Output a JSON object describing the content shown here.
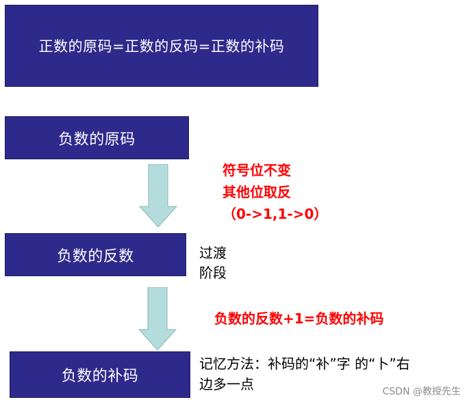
{
  "boxes": {
    "top": "正数的原码=正数的反码=正数的补码",
    "step1": "负数的原码",
    "step2": "负数的反数",
    "step3": "负数的补码"
  },
  "rules": {
    "step1_to_2": [
      "符号位不变",
      "其他位取反",
      "（0->1,1->0）"
    ],
    "step2_to_3": "负数的反数+1=负数的补码"
  },
  "notes": {
    "stage": [
      "过渡",
      "阶段"
    ],
    "mnemonic": [
      "记忆方法：补码的“补”字 的“卜”右",
      "边多一点"
    ]
  },
  "watermark": "CSDN @教授先生",
  "colors": {
    "box_fill": "#2e2a8c",
    "arrow_fill": "#b4dcdc",
    "rule_text": "#ff0000"
  }
}
